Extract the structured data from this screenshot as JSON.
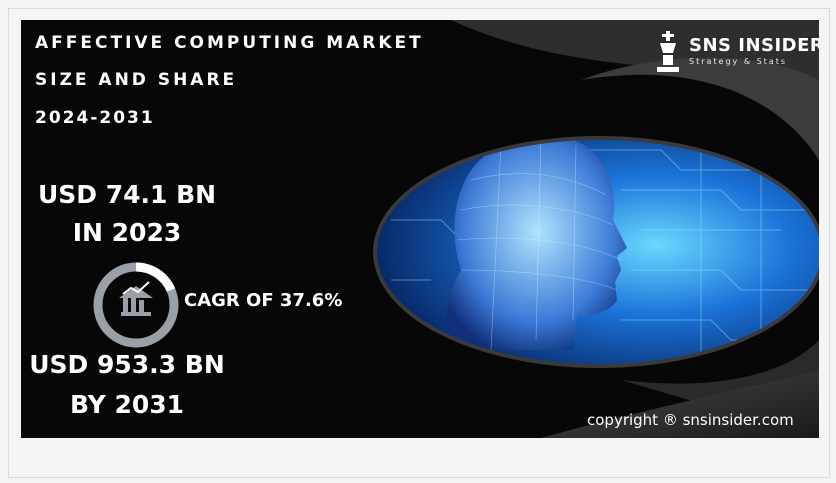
{
  "title_lines": [
    "AFFECTIVE COMPUTING MARKET",
    "SIZE AND SHARE",
    "2024-2031"
  ],
  "logo": {
    "name": "SNS INSIDER",
    "tagline": "Strategy & Stats"
  },
  "market_2023": {
    "line1": "USD 74.1 BN",
    "line2": "IN 2023"
  },
  "growth": {
    "label": "CAGR OF 37.6%",
    "icon": "building-chart-icon"
  },
  "market_2031": {
    "line1": "USD 953.3 BN",
    "line2": "BY 2031"
  },
  "copyright": "copyright ® snsinsider.com",
  "colors": {
    "background": "#070707",
    "swoosh": "#3a3a3a",
    "ring": "#9aa0a8",
    "circuit": "#1e6fd6",
    "text": "#ffffff"
  }
}
